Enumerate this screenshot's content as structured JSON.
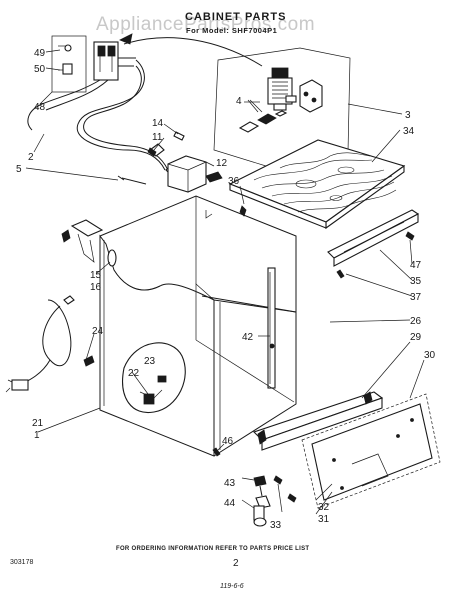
{
  "watermark": "AppliancePartsPros.com",
  "title": "CABINET PARTS",
  "subtitle": "For Model: SHF7004P1",
  "footer": {
    "order_note": "FOR ORDERING INFORMATION REFER TO PARTS PRICE LIST",
    "page_number": "2",
    "doc_number": "303178",
    "date_note": "119-6-6"
  },
  "callouts": [
    "49",
    "50",
    "48",
    "4",
    "3",
    "34",
    "2",
    "14",
    "11",
    "12",
    "5",
    "36",
    "15",
    "16",
    "47",
    "35",
    "37",
    "42",
    "26",
    "24",
    "29",
    "30",
    "23",
    "22",
    "21",
    "1",
    "46",
    "43",
    "44",
    "33",
    "32",
    "31"
  ],
  "colors": {
    "ink": "#1a1a1a",
    "paper": "#ffffff",
    "watermark": "#c8c8c8"
  }
}
